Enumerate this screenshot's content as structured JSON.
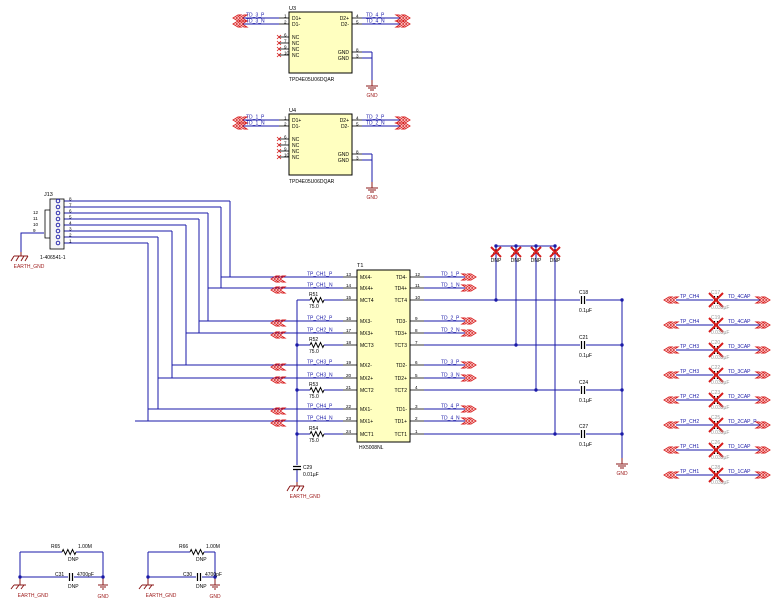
{
  "colors": {
    "wire": "#1a1aa8",
    "ic_fill": "#ffffc0",
    "ic_border": "#000000",
    "ground": "#8b1a1a",
    "dnp_cross": "#d81b1b",
    "offpage": "#d81b1b",
    "text": "#000000",
    "muted": "#9a9a9a"
  },
  "u3": {
    "ref": "U3",
    "part": "TPD4E05U06DQAR",
    "pins_left": [
      {
        "num": "1",
        "name": "D1+",
        "net": "TD_3_P"
      },
      {
        "num": "2",
        "name": "D1-",
        "net": "TD_3_N"
      },
      {
        "num": "6",
        "name": "NC"
      },
      {
        "num": "7",
        "name": "NC"
      },
      {
        "num": "9",
        "name": "NC"
      },
      {
        "num": "10",
        "name": "NC"
      }
    ],
    "pins_right": [
      {
        "num": "4",
        "name": "D2+",
        "net": "TD_4_P"
      },
      {
        "num": "5",
        "name": "D2-",
        "net": "TD_4_N"
      },
      {
        "num": "8",
        "name": "GND"
      },
      {
        "num": "3",
        "name": "GND"
      }
    ],
    "gnd": "GND"
  },
  "u4": {
    "ref": "U4",
    "part": "TPD4E05U06DQAR",
    "pins_left": [
      {
        "num": "1",
        "name": "D1+",
        "net": "TD_1_P"
      },
      {
        "num": "2",
        "name": "D1-",
        "net": "TD_1_N"
      },
      {
        "num": "6",
        "name": "NC"
      },
      {
        "num": "7",
        "name": "NC"
      },
      {
        "num": "9",
        "name": "NC"
      },
      {
        "num": "10",
        "name": "NC"
      }
    ],
    "pins_right": [
      {
        "num": "4",
        "name": "D2+",
        "net": "TD_2_P"
      },
      {
        "num": "5",
        "name": "D2-",
        "net": "TD_2_N"
      },
      {
        "num": "8",
        "name": "GND"
      },
      {
        "num": "3",
        "name": "GND"
      }
    ],
    "gnd": "GND"
  },
  "j13": {
    "ref": "J13",
    "part": "1-406541-1",
    "pins": [
      "8",
      "7",
      "6",
      "5",
      "4",
      "3",
      "2",
      "1"
    ],
    "shield_pins": [
      "12",
      "11",
      "10",
      "9"
    ],
    "gnd": "EARTH_GND"
  },
  "t1": {
    "ref": "T1",
    "part": "HX5008NL",
    "pins_left": [
      {
        "num": "13",
        "name": "MX4-",
        "net": "TP_CH1_P"
      },
      {
        "num": "14",
        "name": "MX4+",
        "net": "TP_CH1_N"
      },
      {
        "num": "15",
        "name": "MCT4"
      },
      {
        "num": "16",
        "name": "MX3-",
        "net": "TP_CH2_P"
      },
      {
        "num": "17",
        "name": "MX3+",
        "net": "TP_CH2_N"
      },
      {
        "num": "18",
        "name": "MCT3"
      },
      {
        "num": "19",
        "name": "MX2-",
        "net": "TP_CH3_P"
      },
      {
        "num": "20",
        "name": "MX2+",
        "net": "TP_CH3_N"
      },
      {
        "num": "21",
        "name": "MCT2"
      },
      {
        "num": "22",
        "name": "MX1-",
        "net": "TP_CH4_P"
      },
      {
        "num": "23",
        "name": "MX1+",
        "net": "TP_CH4_N"
      },
      {
        "num": "24",
        "name": "MCT1"
      }
    ],
    "pins_right": [
      {
        "num": "12",
        "name": "TD4-",
        "net": "TD_1_P"
      },
      {
        "num": "11",
        "name": "TD4+",
        "net": "TD_1_N"
      },
      {
        "num": "10",
        "name": "TCT4"
      },
      {
        "num": "9",
        "name": "TD3-",
        "net": "TD_2_P"
      },
      {
        "num": "8",
        "name": "TD3+",
        "net": "TD_2_N"
      },
      {
        "num": "7",
        "name": "TCT3"
      },
      {
        "num": "6",
        "name": "TD2-",
        "net": "TD_3_P"
      },
      {
        "num": "5",
        "name": "TD2+",
        "net": "TD_3_N"
      },
      {
        "num": "4",
        "name": "TCT2"
      },
      {
        "num": "3",
        "name": "TD1-",
        "net": "TD_4_P"
      },
      {
        "num": "2",
        "name": "TD1+",
        "net": "TD_4_N"
      },
      {
        "num": "1",
        "name": "TCT1"
      }
    ]
  },
  "resistors": [
    {
      "ref": "R51",
      "value": "75.0"
    },
    {
      "ref": "R52",
      "value": "75.0"
    },
    {
      "ref": "R53",
      "value": "75.0"
    },
    {
      "ref": "R54",
      "value": "75.0"
    }
  ],
  "caps_right": [
    {
      "ref": "C18",
      "value": "0.1µF"
    },
    {
      "ref": "C21",
      "value": "0.1µF"
    },
    {
      "ref": "C24",
      "value": "0.1µF"
    },
    {
      "ref": "C27",
      "value": "0.1µF"
    }
  ],
  "c29": {
    "ref": "C29",
    "value": "0.01µF",
    "gnd": "EARTH_GND"
  },
  "right_gnd": "GND",
  "dnp_top": [
    "DNP",
    "DNP",
    "DNP",
    "DNP"
  ],
  "dnp_caps": [
    {
      "ref": "C17",
      "value": "0.033µF",
      "left": "TP_CH4",
      "right": "TD_4CAP"
    },
    {
      "ref": "C19",
      "value": "0.033µF",
      "left": "TP_CH4",
      "right": "TD_4CAP"
    },
    {
      "ref": "C20",
      "value": "0.033µF",
      "left": "TP_CH3",
      "right": "TD_3CAP"
    },
    {
      "ref": "C22",
      "value": "0.033µF",
      "left": "TP_CH3",
      "right": "TD_3CAP"
    },
    {
      "ref": "C23",
      "value": "0.033µF",
      "left": "TP_CH2",
      "right": "TD_2CAP"
    },
    {
      "ref": "C25",
      "value": "0.033µF",
      "left": "TP_CH2",
      "right": "TD_2CAP_P"
    },
    {
      "ref": "C26",
      "value": "0.033µF",
      "left": "TP_CH1",
      "right": "TD_1CAP"
    },
    {
      "ref": "C28",
      "value": "0.033µF",
      "left": "TP_CH1",
      "right": "TD_1CAP"
    }
  ],
  "bottom_blocks": [
    {
      "r_ref": "R65",
      "r_value": "1.00M",
      "r_dnp": "DNP",
      "c_ref": "C31",
      "c_value": "4700pF",
      "c_dnp": "DNP",
      "gnd_left": "EARTH_GND",
      "gnd_right": "GND"
    },
    {
      "r_ref": "R66",
      "r_value": "1.00M",
      "r_dnp": "DNP",
      "c_ref": "C30",
      "c_value": "4700pF",
      "c_dnp": "DNP",
      "gnd_left": "EARTH_GND",
      "gnd_right": "GND"
    }
  ]
}
